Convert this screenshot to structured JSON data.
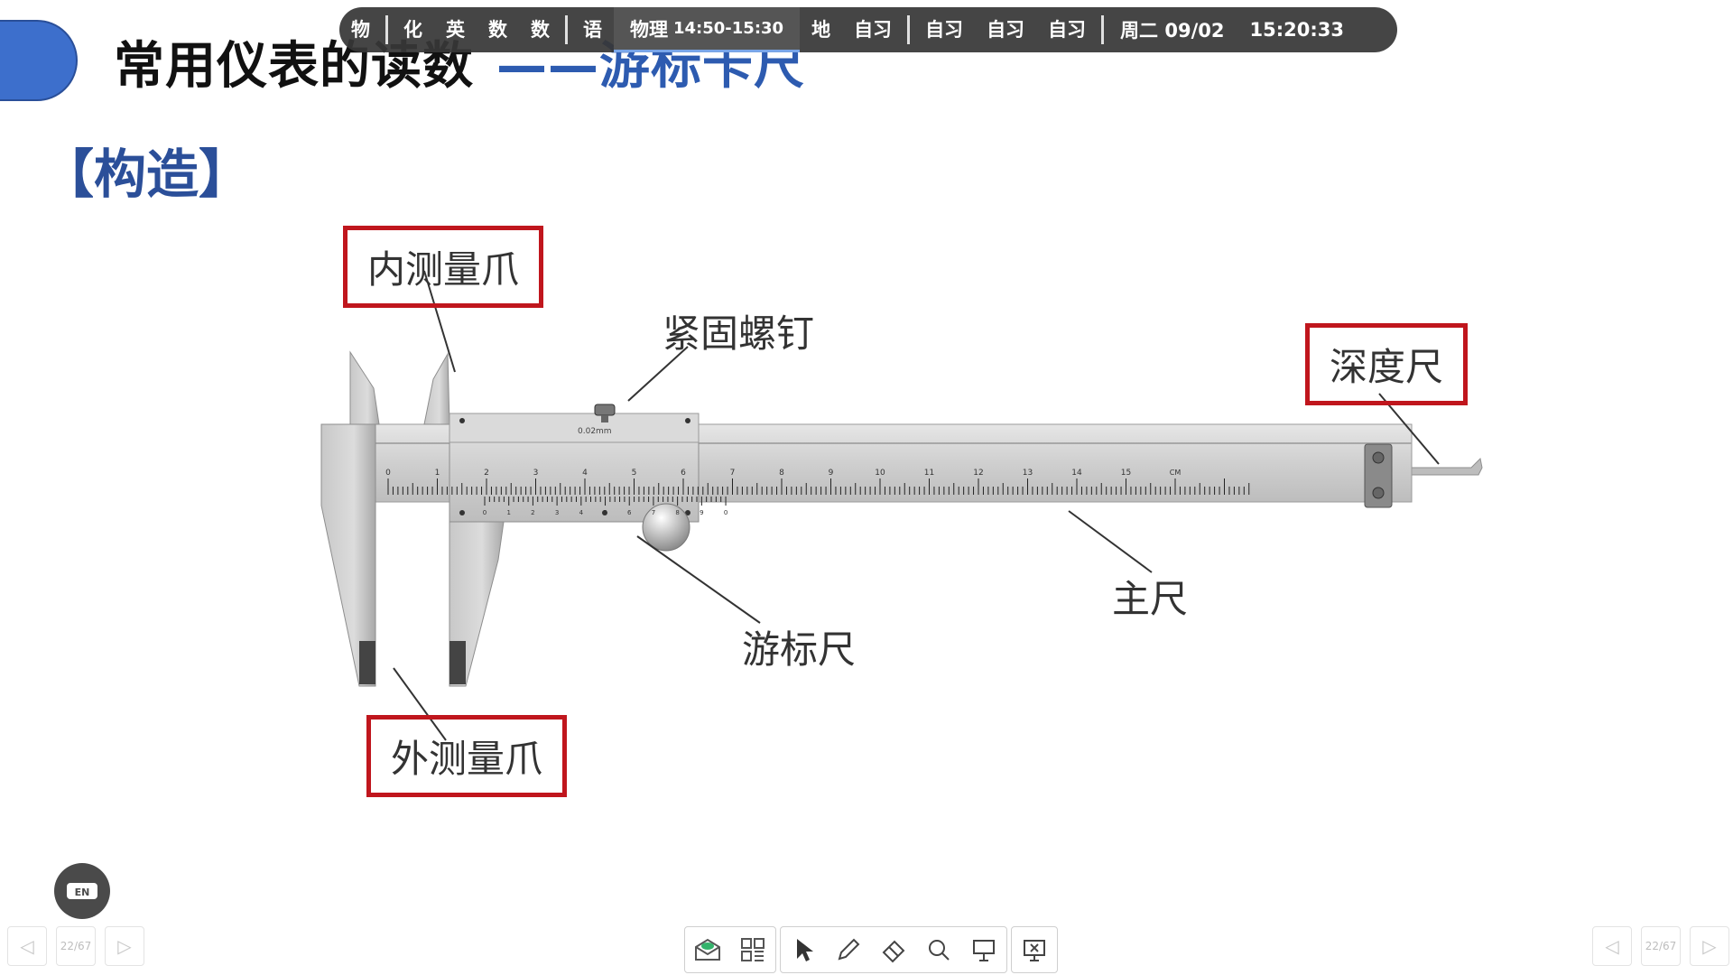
{
  "slide": {
    "title_main": "常用仪表的读数",
    "title_sub": "——游标卡尺",
    "section": "【构造】"
  },
  "schedule": {
    "items": [
      "物",
      "化",
      "英",
      "数",
      "数",
      "语",
      "地",
      "自习",
      "自习",
      "自习",
      "自习"
    ],
    "current_subject": "物理",
    "current_time": "14:50-15:30",
    "date": "周二 09/02",
    "clock": "15:20:33"
  },
  "diagram": {
    "labels": {
      "inner_jaw": "内测量爪",
      "screw": "紧固螺钉",
      "depth_rod": "深度尺",
      "vernier": "游标尺",
      "main_scale": "主尺",
      "outer_jaw": "外测量爪"
    },
    "precision": "0.02mm",
    "unit": "CM",
    "main_ticks": [
      "0",
      "1",
      "2",
      "3",
      "4",
      "5",
      "6",
      "7",
      "8",
      "9",
      "10",
      "11",
      "12",
      "13",
      "14",
      "15"
    ],
    "vernier_ticks": [
      "0",
      "1",
      "2",
      "3",
      "4",
      "5",
      "6",
      "7",
      "8",
      "9",
      "0"
    ],
    "colors": {
      "highlight_box": "#c0161d",
      "title_blue": "#2d5bb0",
      "section_blue": "#2b4f99"
    }
  },
  "nav": {
    "page_left": "22/67",
    "page_right": "22/67"
  },
  "toolbar": {
    "tools": [
      "envelope-icon",
      "qr-grid-icon",
      "pointer-icon",
      "pen-icon",
      "eraser-icon",
      "search-icon",
      "whiteboard-icon",
      "close-screen-icon"
    ]
  },
  "lang": {
    "label": "EN"
  }
}
